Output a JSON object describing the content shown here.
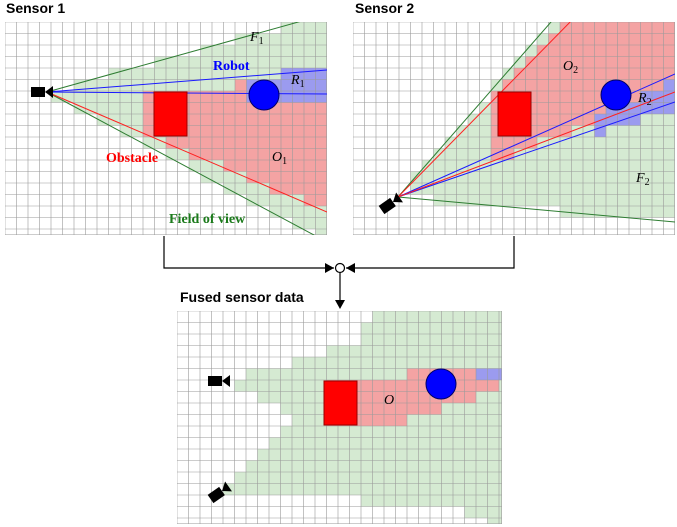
{
  "titles": {
    "sensor1": "Sensor 1",
    "sensor2": "Sensor 2",
    "fused": "Fused sensor data"
  },
  "labels": {
    "robot": "Robot",
    "obstacle": "Obstacle",
    "field_of_view": "Field of view",
    "f1": "F",
    "f1_sub": "1",
    "r1": "R",
    "r1_sub": "1",
    "o1": "O",
    "o1_sub": "1",
    "o2": "O",
    "o2_sub": "2",
    "r2": "R",
    "r2_sub": "2",
    "f2": "F",
    "f2_sub": "2",
    "o": "O"
  },
  "colors": {
    "free_cell": "#d5ead2",
    "obstacle_cell": "#f4a3a3",
    "robot_cell": "#9b9bef",
    "grid_line": "#9a9a9a",
    "obstacle_block": "#ff0000",
    "robot_disk": "#0000ff",
    "fov_line": "#2e7d32",
    "robot_ray": "#1a1aff",
    "obstacle_ray": "#ff2020",
    "robot_text": "#0000ff",
    "obstacle_text": "#ff0000",
    "fov_text": "#1b7a1b"
  }
}
